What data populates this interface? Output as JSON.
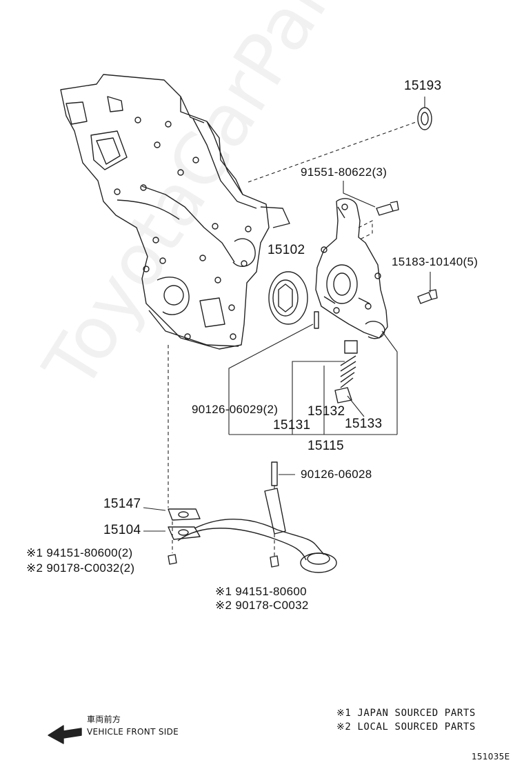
{
  "watermark": "ToyotaCarParts.ru",
  "parts": {
    "p15193": "15193",
    "p91551": "91551-80622(3)",
    "p15102": "15102",
    "p15183": "15183-10140(5)",
    "p90126a": "90126-06029(2)",
    "p15132": "15132",
    "p15131": "15131",
    "p15133": "15133",
    "p15115": "15115",
    "p90126b": "90126-06028",
    "p15147": "15147",
    "p15104": "15104",
    "left_nut_1": "※1 94151-80600(2)",
    "left_nut_2": "※2 90178-C0032(2)",
    "center_nut_1": "※1 94151-80600",
    "center_nut_2": "※2 90178-C0032"
  },
  "direction": {
    "jp": "車両前方",
    "en": "VEHICLE FRONT SIDE"
  },
  "legend": {
    "line1": "※1 JAPAN SOURCED PARTS",
    "line2": "※2 LOCAL SOURCED PARTS"
  },
  "figure_id": "151035E"
}
